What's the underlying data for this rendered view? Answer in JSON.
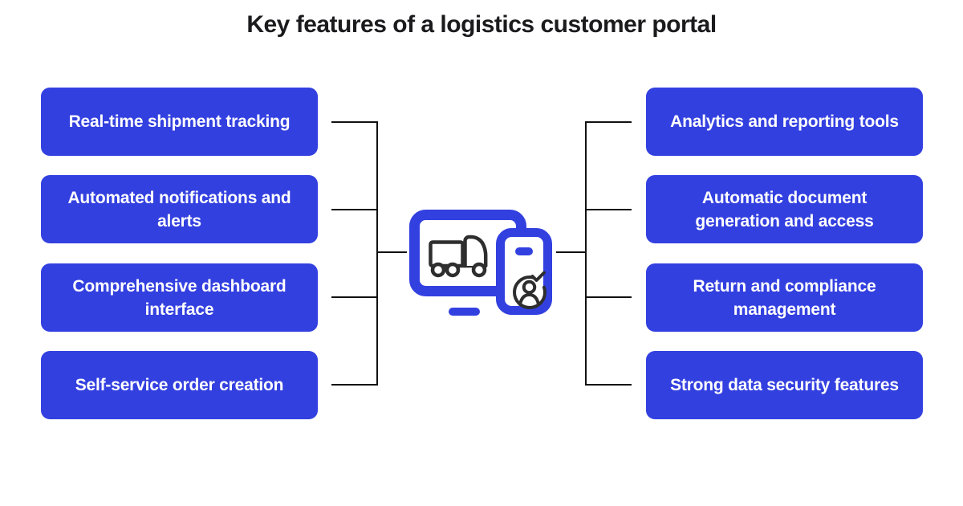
{
  "title": "Key features of a logistics customer portal",
  "left_features": [
    {
      "label": "Real-time shipment tracking"
    },
    {
      "label": "Automated notifications and alerts"
    },
    {
      "label": "Comprehensive dashboard interface"
    },
    {
      "label": "Self-service order creation"
    }
  ],
  "right_features": [
    {
      "label": "Analytics and reporting tools"
    },
    {
      "label": "Automatic document generation and access"
    },
    {
      "label": "Return and compliance management"
    },
    {
      "label": "Strong data security features"
    }
  ],
  "center_icon": {
    "name": "customer-portal-devices-icon",
    "elements": [
      "monitor-icon",
      "truck-icon",
      "smartphone-icon",
      "user-check-icon"
    ]
  },
  "colors": {
    "accent_blue": "#3340E0",
    "icon_stroke_dark": "#2E2E2E",
    "connector_black": "#111111",
    "box_text": "#FFFFFF",
    "title_text": "#1B1B1D",
    "background": "#FFFFFF"
  }
}
